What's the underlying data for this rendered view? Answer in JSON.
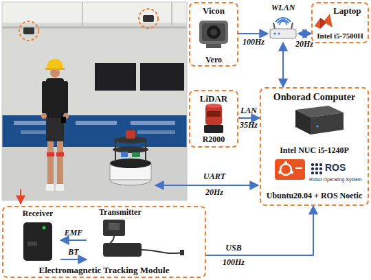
{
  "diagram": {
    "nodes": [
      {
        "text": [
          "Vicon",
          "Vero"
        ]
      },
      {
        "text": [
          "WLAN"
        ]
      },
      {
        "text": [
          "Laptop",
          "Intel i5-7500H"
        ]
      },
      {
        "text": [
          "LiDAR",
          "R2000"
        ]
      },
      {
        "text": [
          "Onborad Computer",
          "Intel NUC i5-1240P",
          "ROS",
          "Robot Operating System",
          "Ubuntu20.04 + ROS Noetic"
        ]
      },
      {
        "text": [
          "Electromagnetic Tracking Module"
        ]
      },
      {
        "text": [
          "Receiver"
        ],
        "in": 5
      },
      {
        "text": [
          "Transmitter"
        ],
        "in": 5
      }
    ],
    "edges": [
      {
        "from": 0,
        "to": 1,
        "label": "100Hz",
        "arrow": "to"
      },
      {
        "from": 1,
        "to": 2,
        "label": "20Hz",
        "arrow": "both"
      },
      {
        "from": 1,
        "to": 4,
        "arrow": "both"
      },
      {
        "from": 3,
        "to": 4,
        "label": "LAN",
        "arrow": "to"
      },
      {
        "from": 7,
        "to": 6,
        "label": "EMF",
        "arrow": "to"
      },
      {
        "from": 6,
        "to": 7,
        "label": "BT",
        "arrow": "to"
      },
      {
        "from": 5,
        "to": 4,
        "label": "USB",
        "arrow": "to"
      }
    ],
    "labels": [
      "35Hz",
      "UART",
      "20Hz",
      "100Hz"
    ]
  }
}
